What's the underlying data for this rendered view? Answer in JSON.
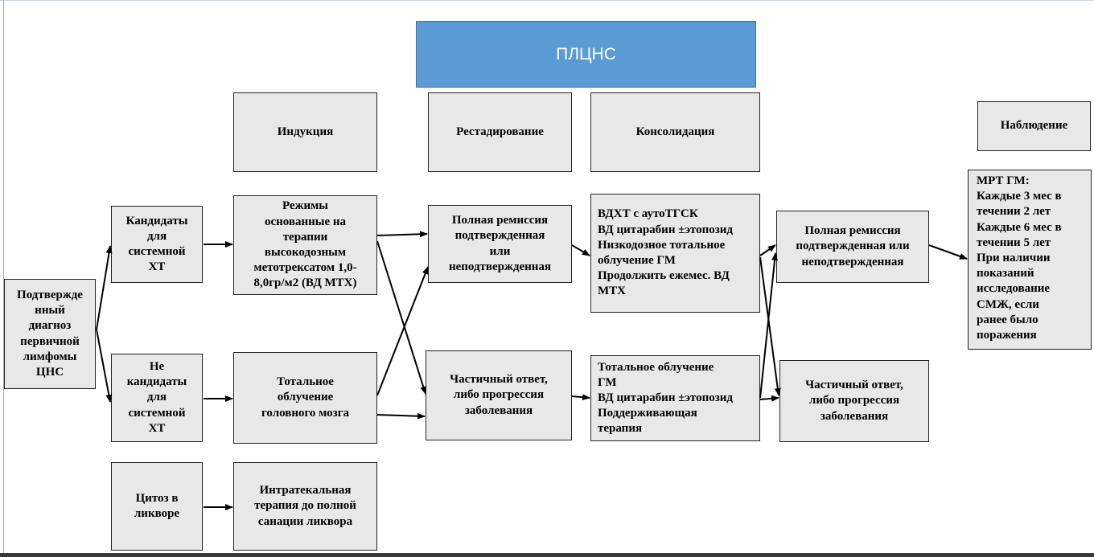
{
  "title": "ПЛЦНС",
  "headers": {
    "induction": "Индукция",
    "restaging": "Рестадирование",
    "consolidation": "Консолидация",
    "observation": "Наблюдение"
  },
  "nodes": {
    "diagnosis": "Подтвержде\nнный\nдиагноз\nпервичной\nлимфомы\nЦНС",
    "candidates": "Кандидаты\nдля\nсистемной\nХТ",
    "non_candidates": "Не\nкандидаты\nдля\nсистемной\nХТ",
    "cytosis": "Цитоз в\nликворе",
    "hd_mtx": "Режимы\nоснованные на\nтерапии\nвысокодозным\nметотрексатом 1,0-\n8,0гр/м2 (ВД МТХ)",
    "wbrt": "Тотальное\nоблучение\nголовного мозга",
    "intrathecal": "Интратекальная\nтерапия до полной\nсанации ликвора",
    "cr1": "Полная ремиссия\nподтвержденная\nили\nнеподтвержденная",
    "pr1": "Частичный ответ,\nлибо прогрессия\nзаболевания",
    "consol1": "ВДХТ с аутоТГСК\nВД цитарабин ±этопозид\nНизкодозное тотальное\nоблучение ГМ\nПродолжить ежемес. ВД\nМТХ",
    "consol2": "Тотальное облучение\nГМ\nВД цитарабин ±этопозид\nПоддерживающая\nтерапия",
    "cr2": "Полная ремиссия\nподтвержденная или\nнеподтвержденная",
    "pr2": "Частичный ответ,\nлибо прогрессия\nзаболевания",
    "observation": "МРТ ГМ:\nКаждые 3 мес в\nтечении 2 лет\nКаждые 6 мес в\nтечении 5 лет\nПри наличии\nпоказаний\nисследование\nСМЖ, если\nранее было\nпоражения"
  }
}
